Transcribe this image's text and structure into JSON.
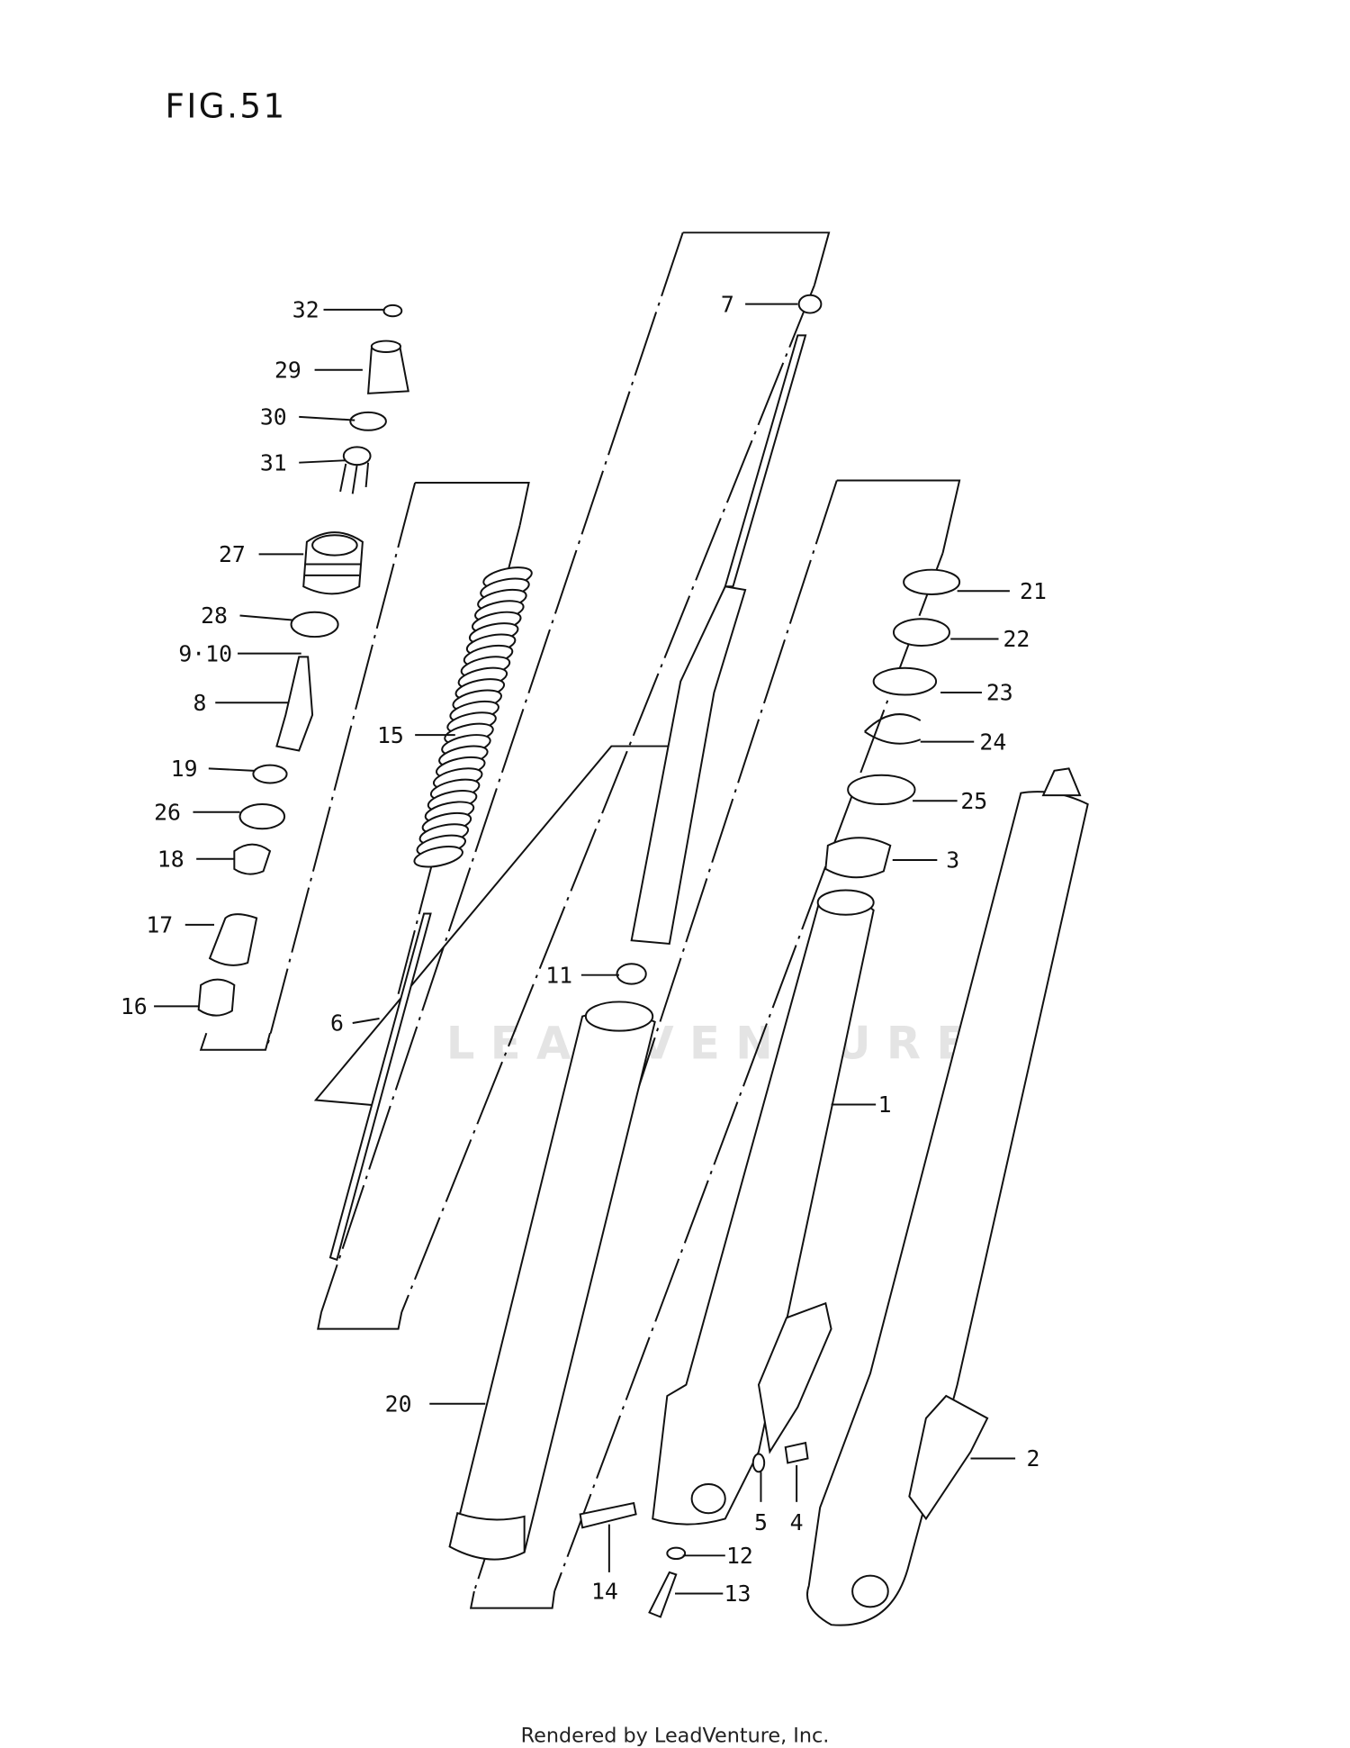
{
  "figure_title": "FIG.51",
  "watermark": "LEADVENTURE",
  "footer": "Rendered by LeadVenture, Inc.",
  "callouts": [
    "32",
    "29",
    "30",
    "31",
    "27",
    "28",
    "9·10",
    "8",
    "19",
    "26",
    "18",
    "17",
    "16",
    "15",
    "6",
    "11",
    "7",
    "21",
    "22",
    "23",
    "24",
    "25",
    "3",
    "1",
    "2",
    "20",
    "5",
    "4",
    "12",
    "13",
    "14"
  ]
}
